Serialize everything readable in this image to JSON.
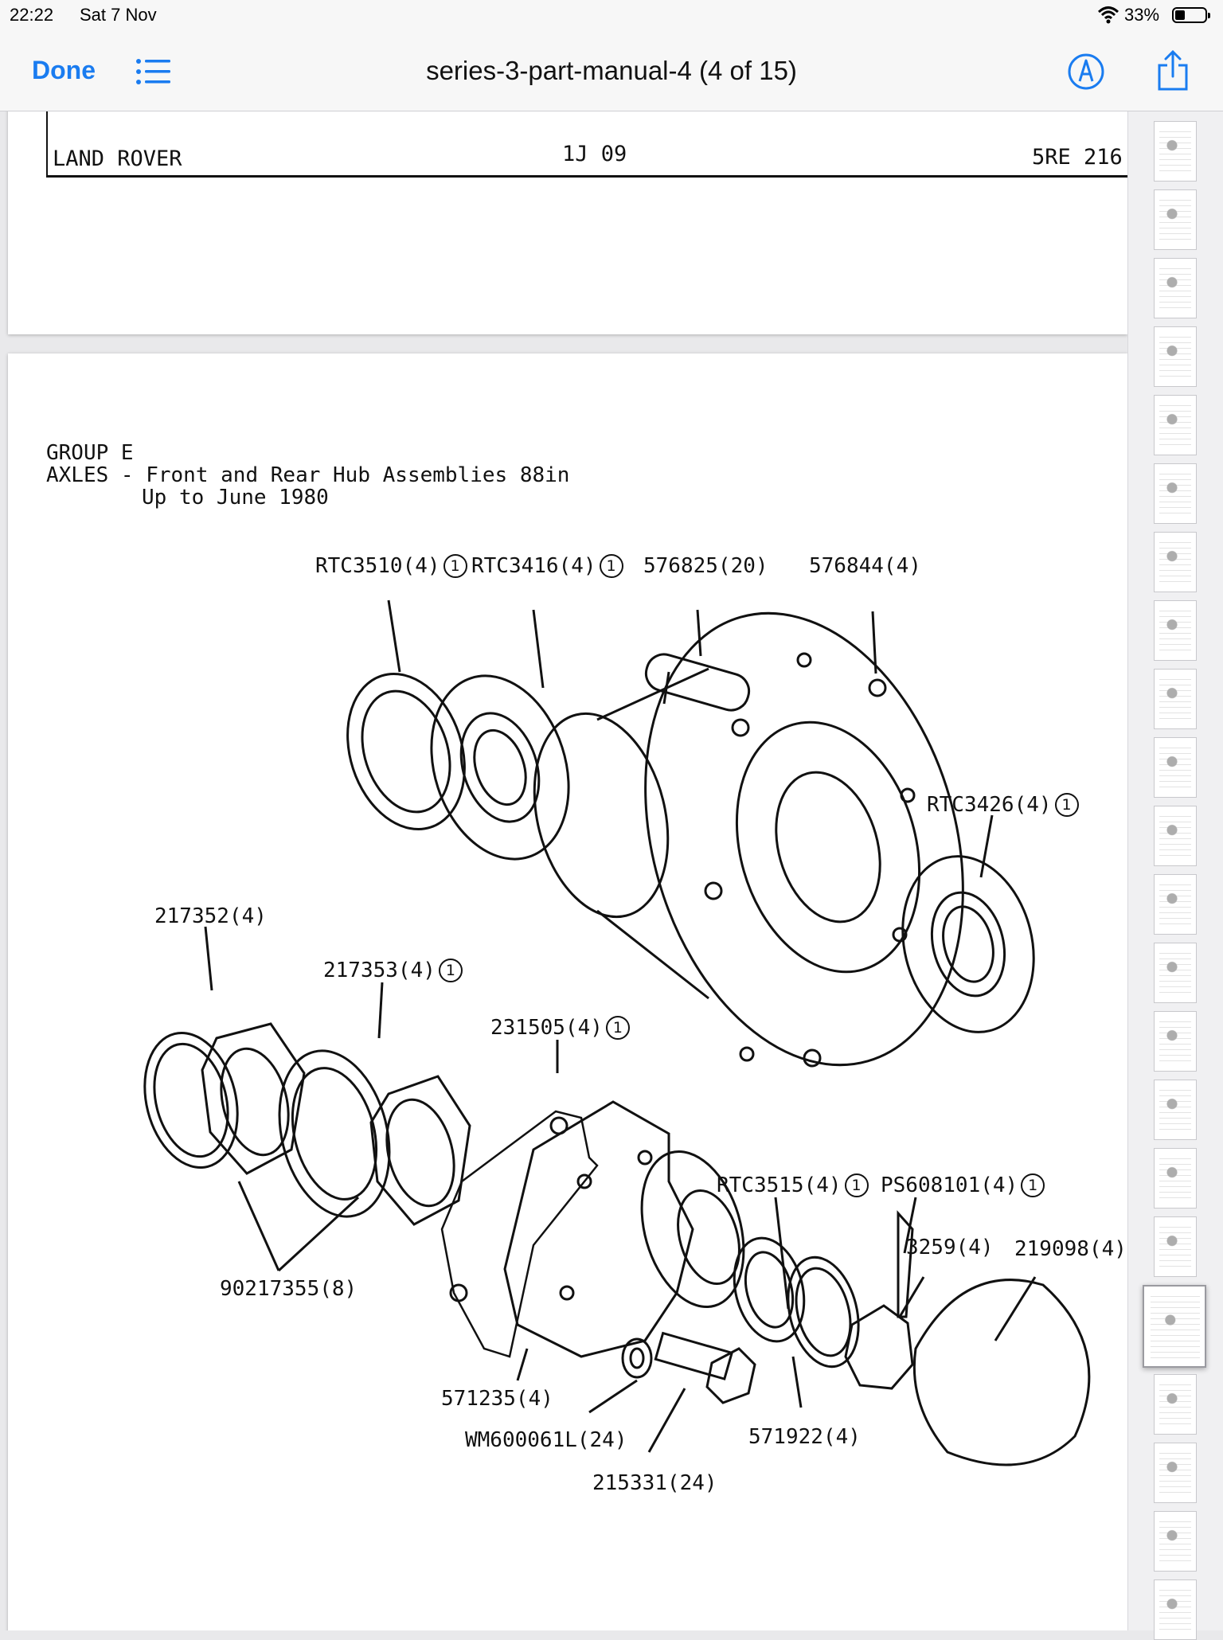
{
  "status_bar": {
    "time": "22:22",
    "date": "Sat 7 Nov",
    "battery_percent": "33%"
  },
  "nav": {
    "done_label": "Done",
    "title": "series-3-part-manual-4 (4 of 15)"
  },
  "page_prev": {
    "footer_left": "LAND ROVER",
    "footer_mid": "1J 09",
    "footer_right": "5RE 216"
  },
  "page_current": {
    "group": "GROUP E",
    "heading_line1": "AXLES - Front and Rear Hub Assemblies 88in",
    "heading_line2": "Up to June 1980",
    "circle_mark": "1",
    "parts": [
      {
        "text": "RTC3510(4)",
        "note": true
      },
      {
        "text": "RTC3416(4)",
        "note": true
      },
      {
        "text": "576825(20)",
        "note": false
      },
      {
        "text": "576844(4)",
        "note": false
      },
      {
        "text": "RTC3426(4)",
        "note": true
      },
      {
        "text": "217352(4)",
        "note": false
      },
      {
        "text": "217353(4)",
        "note": true
      },
      {
        "text": "231505(4)",
        "note": true
      },
      {
        "text": "RTC3515(4)",
        "note": true
      },
      {
        "text": "PS608101(4)",
        "note": true
      },
      {
        "text": "3259(4)",
        "note": false
      },
      {
        "text": "219098(4)",
        "note": false
      },
      {
        "text": "90217355(8)",
        "note": false
      },
      {
        "text": "571235(4)",
        "note": false
      },
      {
        "text": "WM600061L(24)",
        "note": false
      },
      {
        "text": "571922(4)",
        "note": false
      },
      {
        "text": "215331(24)",
        "note": false
      }
    ]
  },
  "thumbnails": {
    "count": 22,
    "selected_index": 17
  },
  "icons": {
    "list": "list-icon",
    "markup": "markup-pen-icon",
    "share": "share-icon",
    "wifi": "wifi-icon",
    "battery": "battery-icon"
  },
  "colors": {
    "accent": "#1a7cf0"
  }
}
